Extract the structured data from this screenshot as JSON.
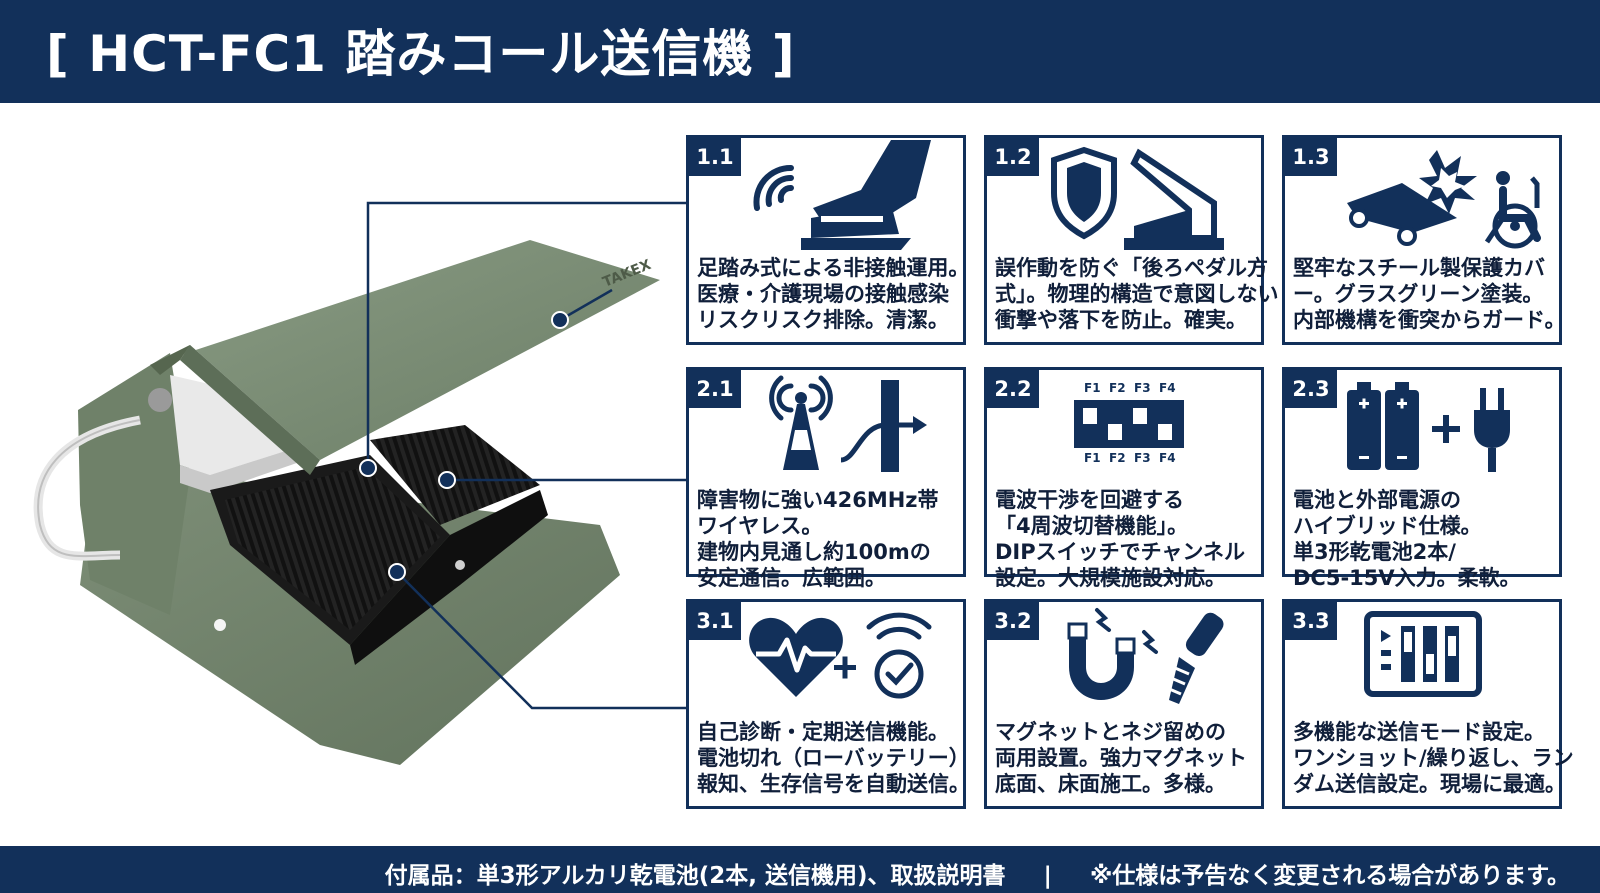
{
  "title": "[ HCT-FC1 踏みコール送信機 ]",
  "photo": {
    "brand_mark": "TAKEX"
  },
  "cards": [
    {
      "num": "1.1",
      "icon": "foot-pedal-contactless-icon",
      "lines": [
        "足踏み式による非接触運用。",
        "医療・介護現場の接触感染",
        "リスクリスク排除。清潔。"
      ]
    },
    {
      "num": "1.2",
      "icon": "shield-rear-pedal-icon",
      "lines": [
        "誤作動を防ぐ「後ろペダル方",
        "式」。物理的構造で意図しない",
        "衝撃や落下を防止。確実。"
      ]
    },
    {
      "num": "1.3",
      "icon": "impact-wheelchair-icon",
      "lines": [
        "堅牢なスチール製保護カバ",
        "ー。グラスグリーン塗装。",
        "内部機構を衝突からガード。"
      ]
    },
    {
      "num": "2.1",
      "icon": "antenna-wall-signal-icon",
      "lines": [
        "障害物に強い426MHz帯",
        "ワイヤレス。",
        "建物内見通し約100mの",
        "安定通信。広範囲。"
      ]
    },
    {
      "num": "2.2",
      "icon": "dip-switch-icon",
      "dip_labels": [
        "F1",
        "F2",
        "F3",
        "F4"
      ],
      "lines": [
        "電波干渉を回避する",
        "「4周波切替機能」。",
        "DIPスイッチでチャンネル",
        "設定。大規模施設対応。"
      ]
    },
    {
      "num": "2.3",
      "icon": "battery-plug-icon",
      "lines": [
        "電池と外部電源の",
        "ハイブリッド仕様。",
        "単3形乾電池2本/",
        "DC5-15V入力。柔軟。"
      ]
    },
    {
      "num": "3.1",
      "icon": "heartbeat-check-icon",
      "lines": [
        "自己診断・定期送信機能。",
        "電池切れ（ローバッテリー）",
        "報知、生存信号を自動送信。"
      ]
    },
    {
      "num": "3.2",
      "icon": "magnet-screw-icon",
      "lines": [
        "マグネットとネジ留めの",
        "両用設置。強力マグネット",
        "底面、床面施工。多様。"
      ]
    },
    {
      "num": "3.3",
      "icon": "mode-panel-icon",
      "lines": [
        "多機能な送信モード設定。",
        "ワンショット/繰り返し、ラン",
        "ダム送信設定。現場に最適。"
      ]
    }
  ],
  "footer": {
    "accessories": "付属品：単3形アルカリ乾電池(2本, 送信機用)、取扱説明書",
    "separator": "|",
    "notice": "※仕様は予告なく変更される場合があります。"
  },
  "colors": {
    "navy": "#12305a",
    "cover_green": "#7a8c74",
    "pedal_black": "#1e1e1e"
  }
}
